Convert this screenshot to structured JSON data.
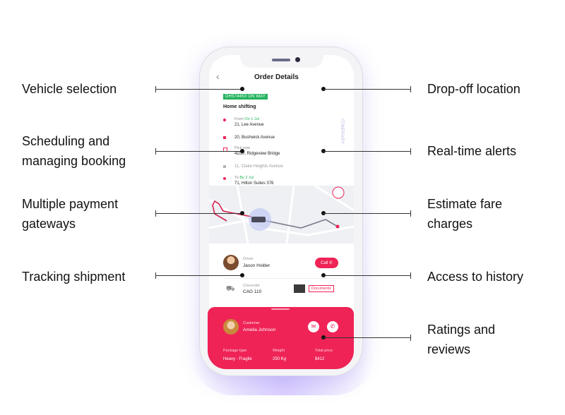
{
  "features": {
    "left": [
      "Vehicle selection",
      "Scheduling and\nmanaging booking",
      "Multiple payment\ngateways",
      "Tracking shipment"
    ],
    "right": [
      "Drop-off location",
      "Real-time alerts",
      "Estimate fare\ncharges",
      "Access to history",
      "Ratings and\nreviews"
    ]
  },
  "app": {
    "back": "‹",
    "title": "Order Details",
    "badge": "DH574453 ON WAY",
    "subtitle": "Home shifting",
    "itinerary_label": "ITINERARY",
    "stops": [
      {
        "label_prefix": "From",
        "label_highlight": "On 1 Jul",
        "address": "21, Lee Avenue"
      },
      {
        "address": "20, Bushwick Avenue"
      },
      {
        "label_prefix": "Pick now",
        "address": "4D30, Ridgeview Bridge"
      },
      {
        "address": "11, Claire Heights Avenue",
        "dim": true
      },
      {
        "label_prefix": "To",
        "label_highlight": "By 2 Jul",
        "address": "71, Hilton Suites 376"
      }
    ],
    "driver": {
      "role": "Driver",
      "name": "Jason Holder",
      "call": "Call"
    },
    "vehicle": {
      "label": "Chevrolet",
      "plate": "CAG 110",
      "documents": "Documents"
    },
    "customer": {
      "role": "Customer",
      "name": "Amelia Johnson",
      "package_type_label": "Package type",
      "package_type": "Heavy - Fragile",
      "weight_label": "Weight",
      "weight": "250 Kg",
      "price_label": "Total price",
      "price": "$412"
    }
  },
  "colors": {
    "accent": "#ef2356",
    "badge": "#21b35c",
    "route": "#7a7a8a"
  }
}
